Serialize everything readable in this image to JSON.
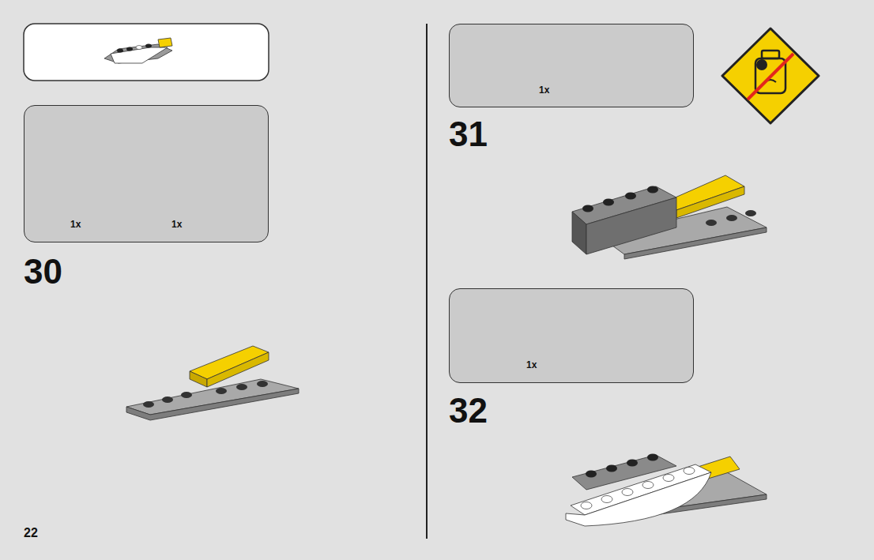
{
  "diagram": {
    "nodes": [
      {
        "text": [
          "1x",
          "1x"
        ]
      },
      {
        "text": [
          "1x"
        ]
      },
      {
        "text": [
          "1x"
        ]
      }
    ],
    "labels": [
      "30",
      "31",
      "32",
      "22"
    ]
  }
}
